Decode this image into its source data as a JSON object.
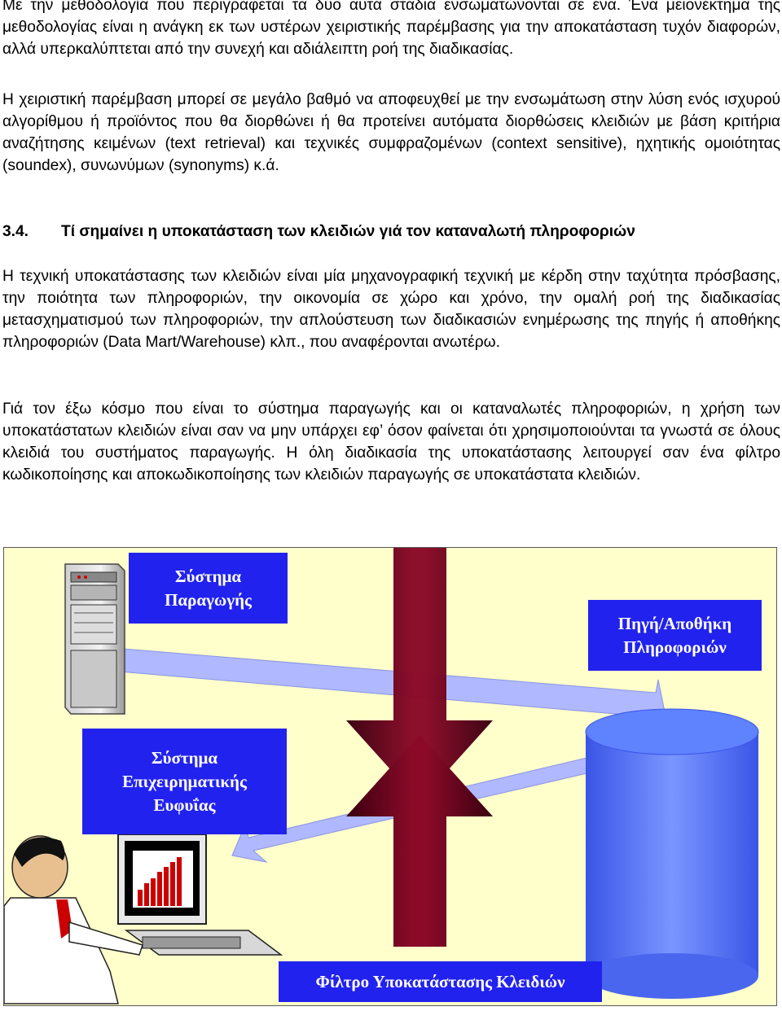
{
  "paragraphs": {
    "p1": "Με την μεθοδολογία που περιγράφεται τα δύο αυτά στάδια ενσωματώνονται σε ένα. Ένα μειονέκτημα της μεθοδολογίας είναι η ανάγκη εκ των υστέρων χειριστικής παρέμβασης για την αποκατάσταση τυχόν διαφορών, αλλά υπερκαλύπτεται από την συνεχή και αδιάλειπτη ροή της διαδικασίας.",
    "p2": "Η χειριστική παρέμβαση μπορεί σε μεγάλο βαθμό να αποφευχθεί με την ενσωμάτωση στην λύση ενός ισχυρού αλγορίθμου ή προϊόντος που θα διορθώνει ή θα προτείνει αυτόματα διορθώσεις κλειδιών με βάση κριτήρια αναζήτησης κειμένων (text retrieval) και τεχνικές συμφραζομένων (context sensitive), ηχητικής ομοιότητας (soundex), συνωνύμων (synonyms) κ.ά.",
    "p3": "Η τεχνική υποκατάστασης των κλειδιών είναι μία μηχανογραφική τεχνική με κέρδη στην ταχύτητα πρόσβασης, την ποιότητα των πληροφοριών, την οικονομία σε χώρο και χρόνο, την ομαλή ροή της διαδικασίας μετασχηματισμού των πληροφοριών, την απλούστευση των διαδικασιών ενημέρωσης της πηγής ή αποθήκης πληροφοριών (Data Mart/Warehouse) κλπ., που αναφέρονται ανωτέρω.",
    "p4": "Γιά τον έξω κόσμο που είναι το σύστημα παραγωγής και οι καταναλωτές πληροφοριών, η χρήση των υποκατάστατων κλειδιών είναι σαν να μην υπάρχει εφ’ όσον φαίνεται ότι χρησιμοποιούνται τα γνωστά σε όλους κλειδιά του συστήματος παραγωγής. Η όλη διαδικασία της υποκατάστασης λειτουργεί σαν ένα φίλτρο κωδικοποίησης και αποκωδικοποίησης των κλειδιών παραγωγής σε υποκατάστατα κλειδιών."
  },
  "heading": {
    "number": "3.4.",
    "title": "Τί σημαίνει η υποκατάσταση των κλειδιών γιά τον καταναλωτή πληροφοριών"
  },
  "figure": {
    "box_production": [
      "Σύστημα",
      "Παραγωγής"
    ],
    "box_source": [
      "Πηγή/Αποθήκη",
      "Πληροφοριών"
    ],
    "box_bi": [
      "Σύστημα",
      "Επιχειρηματικής",
      "Ευφυΐας"
    ],
    "box_filter": "Φίλτρο Υποκατάστασης Κλειδιών",
    "colors": {
      "background": "#ffffcc",
      "box": "#2222ee",
      "arrow": "#b0b8ff",
      "filter_bar": "#800020",
      "cylinder": "#5f82ff"
    }
  }
}
